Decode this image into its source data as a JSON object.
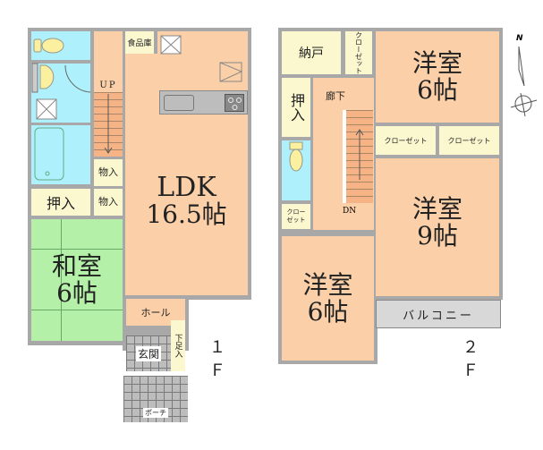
{
  "floor1": {
    "label": "１Ｆ",
    "rooms": {
      "ldk": {
        "name": "LDK",
        "size": "16.5帖"
      },
      "washitsu": {
        "name": "和室",
        "size": "6帖"
      },
      "pantry": "食品庫",
      "stairs_up": "UP",
      "storage1": "物入",
      "storage2": "物入",
      "oshiire": "押入",
      "hall": "ホール",
      "genkan": "玄関",
      "shoe_storage": "下足入",
      "porch": "ポーチ"
    }
  },
  "floor2": {
    "label": "２Ｆ",
    "rooms": {
      "nando": "納戸",
      "wic": "クローゼット",
      "youshitsu_ne": {
        "name": "洋室",
        "size": "6帖"
      },
      "oshiire": "押入",
      "hallway": "廊下",
      "closet1": "クローゼット",
      "closet2": "クローゼット",
      "small_closet": "クローゼット",
      "stairs_down": "DN",
      "youshitsu_e": {
        "name": "洋室",
        "size": "9帖"
      },
      "youshitsu_s": {
        "name": "洋室",
        "size": "6帖"
      },
      "balcony": "バルコニー"
    }
  },
  "compass": {
    "north": "N"
  },
  "colors": {
    "wall": "#a8a8a8",
    "living": "#fbd0a8",
    "water": "#aef0fb",
    "storage": "#fbf8d0",
    "tatami": "#b4f0a8",
    "balcony": "#d8d8d8",
    "tile": "#bdbdbd"
  }
}
